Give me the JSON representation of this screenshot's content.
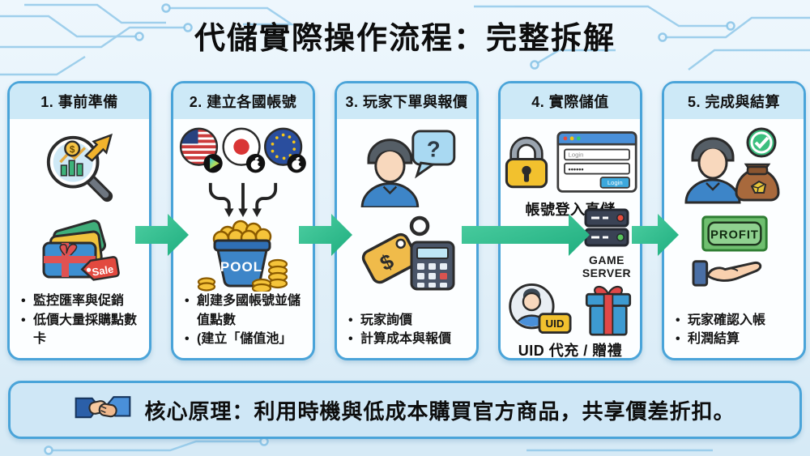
{
  "title": "代儲實際操作流程：完整拆解",
  "banner": {
    "text": "核心原理：利用時機與低成本購買官方商品，共享價差折扣。"
  },
  "columns": [
    {
      "header": "1. 事前準備",
      "bullets": [
        "監控匯率與促銷",
        "低價大量採購點數卡"
      ],
      "coin_symbol": "$",
      "sale_tag": "Sale"
    },
    {
      "header": "2. 建立各國帳號",
      "bullets": [
        "創建多國帳號並儲值點數",
        "(建立「儲值池」"
      ],
      "pool_label": "POOL"
    },
    {
      "header": "3. 玩家下單與報價",
      "bullets": [
        "玩家詢價",
        "計算成本與報價"
      ],
      "question_mark": "?",
      "tag_symbol": "$"
    },
    {
      "header": "4. 實際儲值",
      "login_label": "帳號登入直儲",
      "login_window": {
        "field_text": "Login",
        "password_dots": "••••••",
        "button": "Login"
      },
      "server_label_line1": "GAME",
      "server_label_line2": "SERVER",
      "uid_tag": "UID",
      "uid_label": "UID 代充 / 贈禮"
    },
    {
      "header": "5. 完成與結算",
      "bullets": [
        "玩家確認入帳",
        "利潤結算"
      ],
      "profit_label": "PROFIT"
    }
  ],
  "colors": {
    "arrow_green": "#2dbd8d",
    "card_border": "#4aa4d9",
    "header_bg": "#cde9f7",
    "banner_bg": "#cfe7f6",
    "page_bg": "#e2f0f9"
  }
}
